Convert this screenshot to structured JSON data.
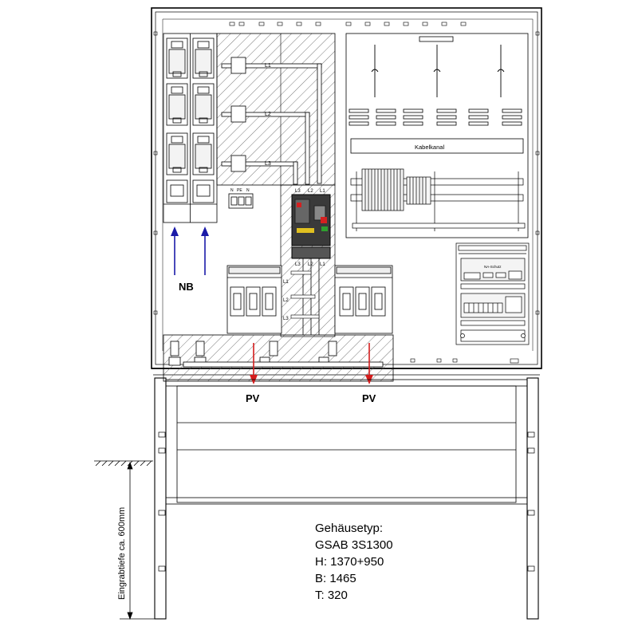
{
  "labels": {
    "nb": "NB",
    "pv_left": "PV",
    "pv_right": "PV",
    "kabelkanal": "Kabelkanal",
    "na_schutz": "NA-Schutz",
    "depth_note": "Eingrabtiefe ca. 600mm"
  },
  "busbar_labels": {
    "l1": "L1",
    "l2": "L2",
    "l3": "L3"
  },
  "breaker_labels": {
    "top_l3": "L3",
    "top_l2": "L2",
    "top_l1": "L1",
    "bot_l3": "L3",
    "bot_l2": "L2",
    "bot_l1": "L1"
  },
  "feeder_labels": {
    "l1": "L1",
    "l2": "L2",
    "l3": "L3"
  },
  "terminal_labels": {
    "a": "N",
    "b": "PE",
    "c": "N"
  },
  "specs": {
    "title": "Gehäusetyp:",
    "model": "GSAB 3S1300",
    "height": "H: 1370+950",
    "width": "B: 1465",
    "depth": "T: 320"
  },
  "colors": {
    "line": "#000000",
    "hatch": "#555555",
    "arrow_incoming": "#1a1aa8",
    "arrow_pv": "#d41c1c",
    "breaker_body": "#3a3a3a",
    "breaker_red": "#d42020",
    "breaker_green": "#2fa02f",
    "breaker_yellow": "#e0c020"
  }
}
